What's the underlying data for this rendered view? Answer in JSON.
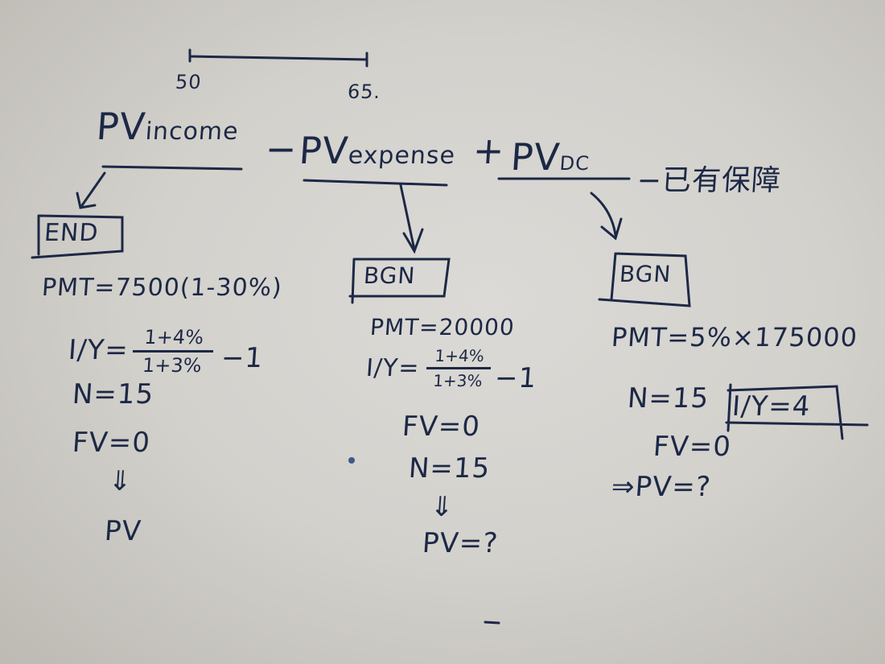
{
  "timeline": {
    "start": "50",
    "end": "65."
  },
  "formula": {
    "pv1": "PV",
    "pv1_sub": "income",
    "op1": "−",
    "pv2": "PV",
    "pv2_sub": "expense",
    "op2": "+",
    "pv3": "PV",
    "pv3_sub": "DC",
    "op3": "−已有保障"
  },
  "left": {
    "mode": "END",
    "pmt": "PMT=7500(1-30%)",
    "iy": "I/Y=",
    "num": "1+4%",
    "den": "1+3%",
    "minus": "−1",
    "n": "N=15",
    "fv": "FV=0",
    "arrow": "⇓",
    "result": "PV"
  },
  "middle": {
    "mode": "BGN",
    "pmt": "PMT=20000",
    "iy": "I/Y=",
    "num": "1+4%",
    "den": "1+3%",
    "minus": "−1",
    "fv": "FV=0",
    "n": "N=15",
    "arrow": "⇓",
    "result": "PV=?"
  },
  "right": {
    "mode": "BGN",
    "pmt": "PMT=5%×175000",
    "n": "N=15",
    "iy": "I/Y=4",
    "fv": "FV=0",
    "result": "⇒PV=?"
  }
}
